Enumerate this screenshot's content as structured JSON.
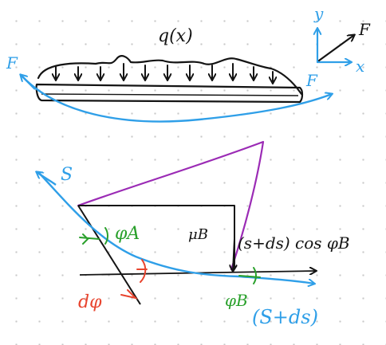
{
  "colors": {
    "ink": "#141414",
    "blue": "#2f9fe8",
    "purple": "#9b2bb5",
    "green": "#29a02b",
    "red": "#e8442e",
    "background": "#ffffff"
  },
  "top_beam": {
    "load_label": "q(x)",
    "force_left": "F",
    "force_right": "F"
  },
  "axes": {
    "y_label": "y",
    "x_label": "x",
    "force_label": "F"
  },
  "bottom_detail": {
    "s_label": "S",
    "phi_a": "φA",
    "moment_b": "μB",
    "force_component": "(s+ds) cos φB",
    "d_phi": "dφ",
    "phi_b": "φB",
    "s_plus_ds": "(S+ds)"
  }
}
